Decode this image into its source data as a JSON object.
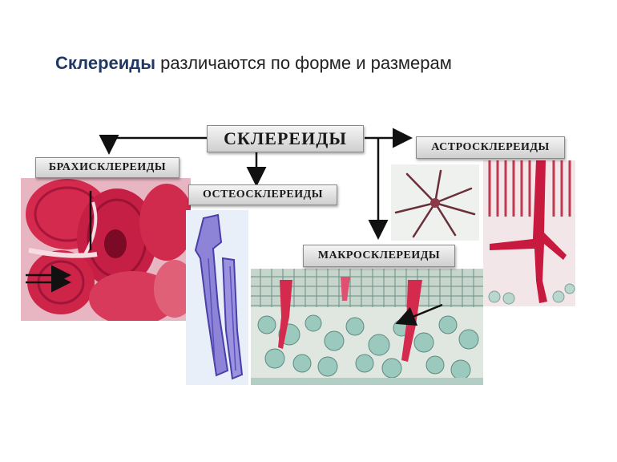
{
  "title": {
    "lead": "Склереиды",
    "rest": " различаются по форме и размерам"
  },
  "diagram": {
    "main_label": "СКЛЕРЕИДЫ",
    "types": [
      {
        "label": "БРАХИСКЛЕРЕИДЫ"
      },
      {
        "label": "ОСТЕОСКЛЕРЕИДЫ"
      },
      {
        "label": "МАКРОСКЛЕРЕИДЫ"
      },
      {
        "label": "АСТРОСКЛЕРЕИДЫ"
      }
    ]
  },
  "colors": {
    "stain_red": "#d42a4e",
    "stain_violet": "#6a5fc8",
    "tissue_teal": "#7fb8ad",
    "label_bg": "#e2e2e2"
  }
}
